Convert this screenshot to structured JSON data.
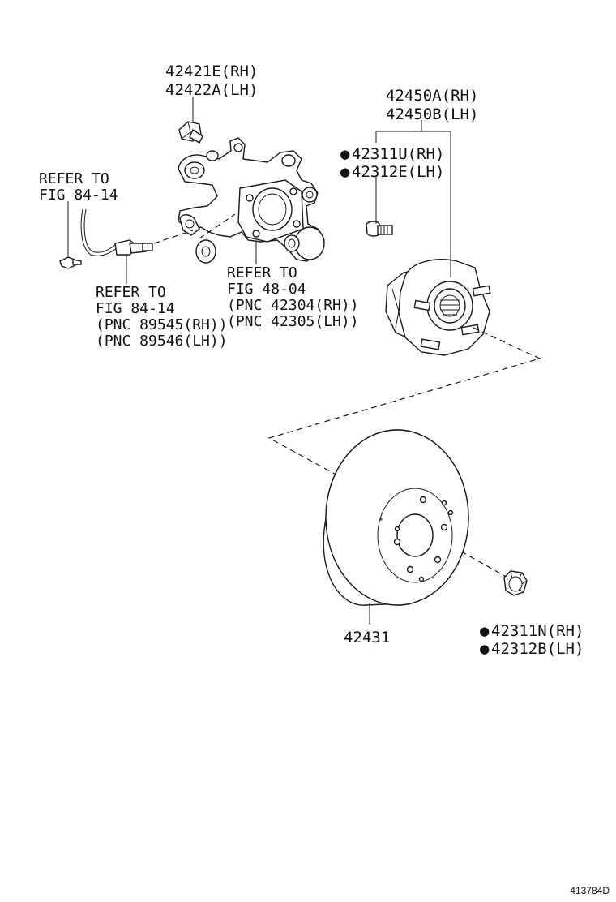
{
  "diagram": {
    "figure_id": "413784D",
    "callouts": {
      "knuckle_bolt": {
        "line1": "42421E(RH)",
        "line2": "42422A(LH)"
      },
      "hub_assembly": {
        "line1": "42450A(RH)",
        "line2": "42450B(LH)"
      },
      "hub_bolt": {
        "line1": "42311U(RH)",
        "line2": "42312E(LH)",
        "marker": "●"
      },
      "refer_sensor_bolt": {
        "line1": "REFER TO",
        "line2": "FIG 84-14"
      },
      "refer_speed_sensor": {
        "line1": "REFER TO",
        "line2": "FIG 84-14",
        "line3": "(PNC 89545(RH))",
        "line4": "(PNC 89546(LH))"
      },
      "refer_knuckle": {
        "line1": "REFER TO",
        "line2": "FIG 48-04",
        "line3": "(PNC 42304(RH))",
        "line4": "(PNC 42305(LH))"
      },
      "disc_rotor": {
        "line1": "42431"
      },
      "hub_nut": {
        "line1": "42311N(RH)",
        "line2": "42312B(LH)",
        "marker": "●"
      }
    }
  }
}
